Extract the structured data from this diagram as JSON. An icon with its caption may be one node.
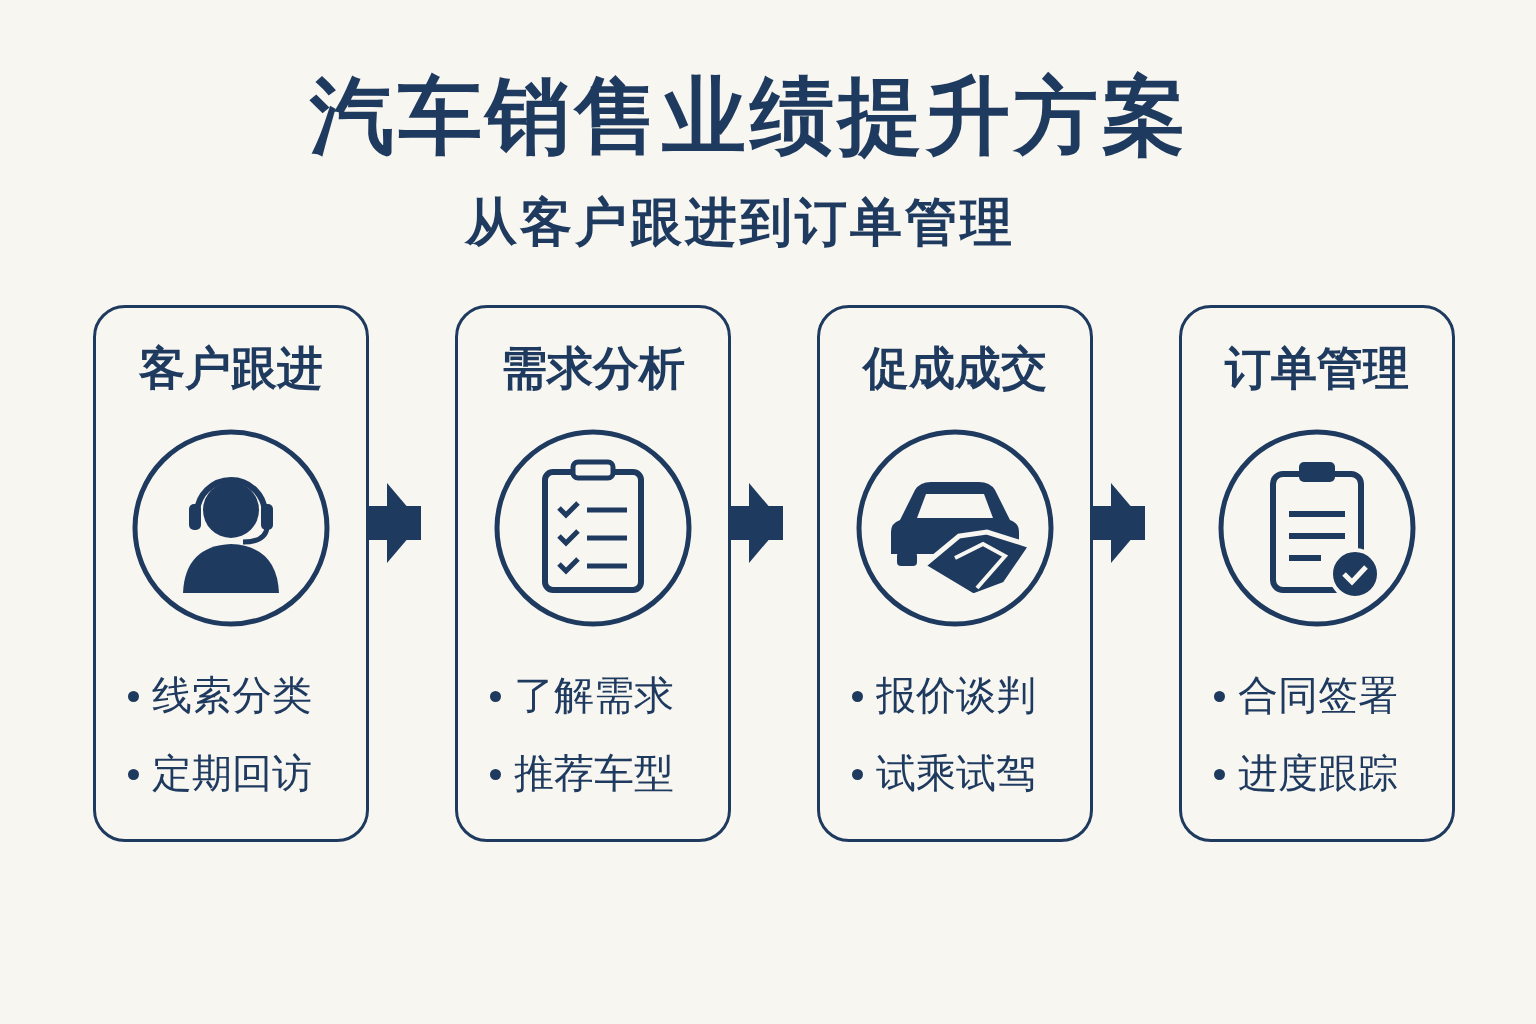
{
  "diagram": {
    "title": "汽车销售业绩提升方案",
    "nodes": [
      {
        "text": [
          "客户跟进",
          "线索分类",
          "定期回访"
        ]
      },
      {
        "text": [
          "需求分析",
          "了解需求",
          "推荐车型"
        ]
      },
      {
        "text": [
          "促成成交",
          "报价谈判",
          "试乘试驾"
        ]
      },
      {
        "text": [
          "订单管理",
          "合同签署",
          "进度跟踪"
        ]
      }
    ],
    "edges": [
      {
        "from": 0,
        "to": 1,
        "arrow": "to"
      },
      {
        "from": 1,
        "to": 2,
        "arrow": "to"
      },
      {
        "from": 2,
        "to": 3,
        "arrow": "to"
      }
    ],
    "labels": [
      "从客户跟进到订单管理"
    ]
  }
}
